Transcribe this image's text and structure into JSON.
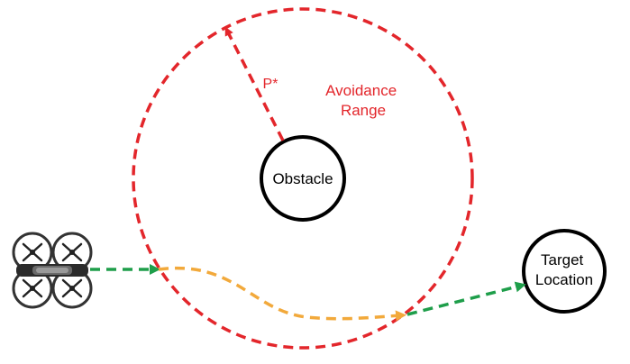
{
  "labels": {
    "obstacle": "Obstacle",
    "avoidance_range_line1": "Avoidance",
    "avoidance_range_line2": "Range",
    "p_star": "P*",
    "target_line1": "Target",
    "target_line2": "Location"
  },
  "colors": {
    "avoidance_range": "#e3262b",
    "approach_path": "#1e9e4a",
    "avoidance_path": "#f2a93b",
    "outline": "#000000"
  },
  "icons": {
    "drone": "quadcopter-drone-icon"
  }
}
